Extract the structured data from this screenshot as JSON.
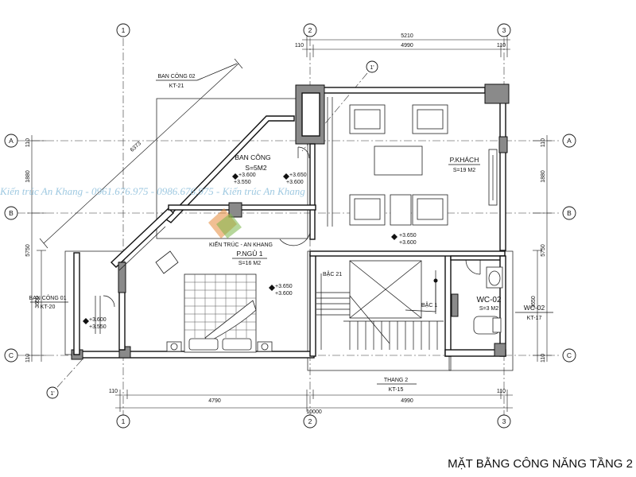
{
  "title": "MẶT BẰNG CÔNG NĂNG TẦNG 2",
  "axes": {
    "numbers": [
      "1",
      "2",
      "3"
    ],
    "letters": [
      "A",
      "B",
      "C"
    ]
  },
  "dimensions": {
    "top_total": "5210",
    "top_inner": "4990",
    "ends": "110",
    "bottom_left": "4790",
    "bottom_right": "4990",
    "bottom_total": "10000",
    "left_ab": "1880",
    "left_bc": "5750",
    "left_sub": "3650",
    "right_ab": "1880",
    "right_bc": "5750",
    "right_sub": "3650",
    "diagonal": "6373"
  },
  "rooms": {
    "balcony_main": {
      "name": "BAN CÔNG",
      "area": "S=5M2"
    },
    "living": {
      "name": "P.KHÁCH",
      "area": "S=19 M2"
    },
    "bedroom": {
      "name": "P.NGỦ 1",
      "area": "S=16 M2"
    },
    "wc": {
      "name": "WC-02",
      "area": "S=3 M2"
    }
  },
  "callouts": {
    "balcony_02": {
      "name": "BAN CÔNG 02",
      "ref": "KT-21"
    },
    "balcony_01": {
      "name": "BAN CÔNG 01",
      "ref": "KT-20"
    },
    "stair": {
      "name": "THANG 2",
      "ref": "KT-15"
    },
    "wc": {
      "name": "WC-02",
      "ref": "KT-17"
    }
  },
  "stair_labels": {
    "step21": "BẬC 21",
    "step1": "BẬC 1"
  },
  "levels": {
    "l1a": "+3.600",
    "l1b": "+3.550",
    "l2a": "+3.650",
    "l2b": "+3.600"
  },
  "watermark": {
    "text": "Kiến trúc An Khang - 0961.676.975 - 0986.676.975 - Kiến trúc An Khang",
    "logo": "KIẾN TRÚC - AN KHANG"
  }
}
